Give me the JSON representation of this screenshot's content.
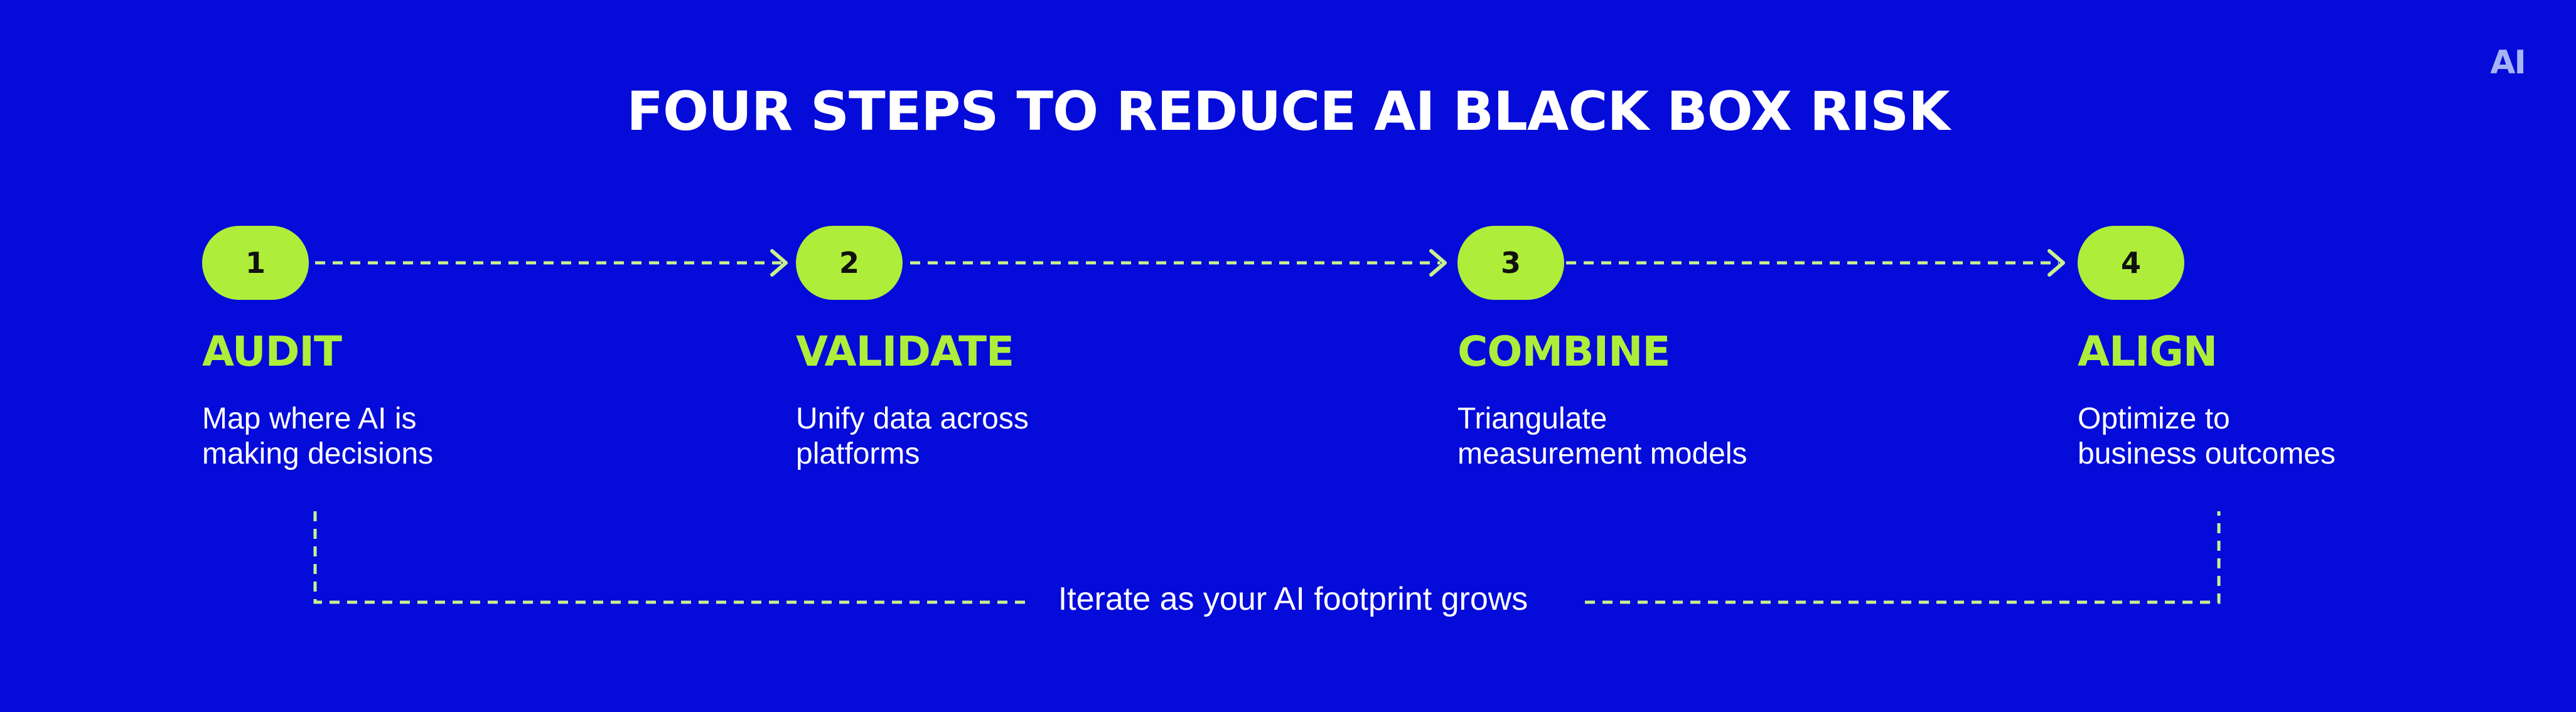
{
  "brand": "AI",
  "title": "FOUR STEPS TO REDUCE AI BLACK BOX RISK",
  "colors": {
    "background": "#050BD8",
    "accent": "#AEEE3A",
    "text": "#FFFFFF",
    "connector": "#C9F08C"
  },
  "steps": [
    {
      "number": "1",
      "name": "AUDIT",
      "desc_line1": "Map where AI is",
      "desc_line2": "making decisions"
    },
    {
      "number": "2",
      "name": "VALIDATE",
      "desc_line1": "Unify data across",
      "desc_line2": "platforms"
    },
    {
      "number": "3",
      "name": "COMBINE",
      "desc_line1": "Triangulate",
      "desc_line2": "measurement models"
    },
    {
      "number": "4",
      "name": "ALIGN",
      "desc_line1": "Optimize to",
      "desc_line2": "business outcomes"
    }
  ],
  "loop_label": "Iterate as your AI footprint grows"
}
